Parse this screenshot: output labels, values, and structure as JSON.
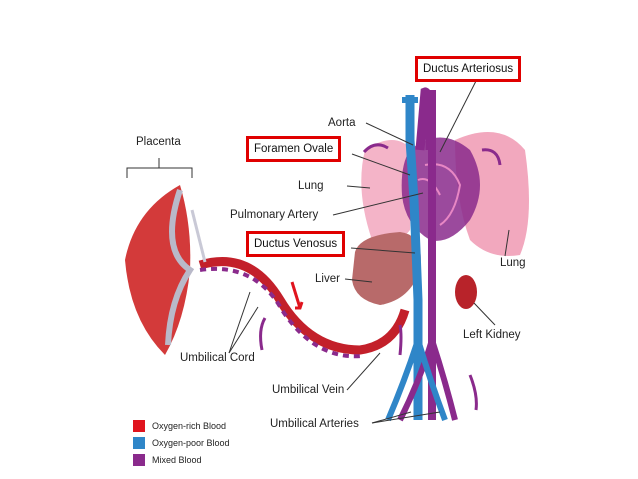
{
  "labels": {
    "placenta": "Placenta",
    "aorta": "Aorta",
    "lung_left": "Lung",
    "pulmonary_artery": "Pulmonary Artery",
    "liver": "Liver",
    "lung_right": "Lung",
    "left_kidney": "Left Kidney",
    "umbilical_cord": "Umbilical Cord",
    "umbilical_vein": "Umbilical Vein",
    "umbilical_arteries": "Umbilical Arteries"
  },
  "highlighted": {
    "ductus_arteriosus": "Ductus Arteriosus",
    "foramen_ovale": "Foramen Ovale",
    "ductus_venosus": "Ductus Venosus"
  },
  "legend": [
    {
      "label": "Oxygen-rich Blood",
      "color": "#e0141e"
    },
    {
      "label": "Oxygen-poor Blood",
      "color": "#2f86c8"
    },
    {
      "label": "Mixed Blood",
      "color": "#8a2a8c"
    }
  ],
  "colors": {
    "highlight_box": "#e00000",
    "oxygen_rich": "#e0141e",
    "oxygen_poor": "#2f86c8",
    "mixed": "#8a2a8c",
    "lung": "#f4b4c8",
    "liver": "#b86a6a",
    "kidney": "#b8232a"
  }
}
